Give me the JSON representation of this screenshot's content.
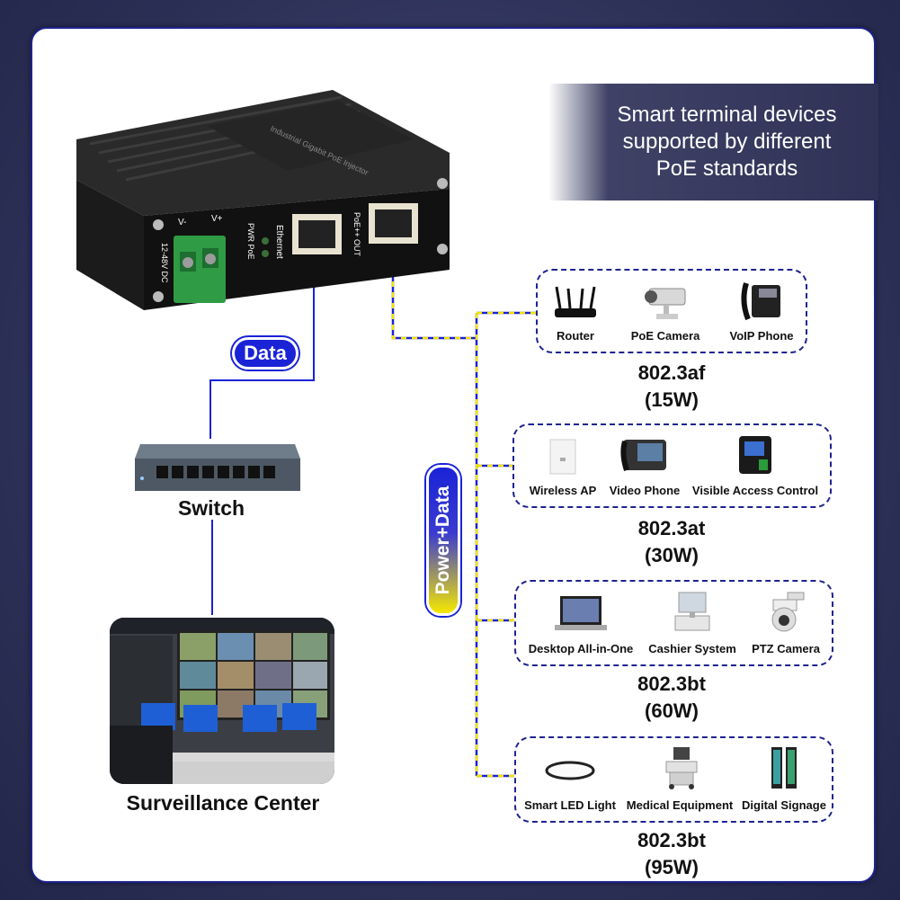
{
  "banner": {
    "line1": "Smart terminal devices",
    "line2": "supported by different",
    "line3": "PoE standards"
  },
  "device": {
    "label_vminus": "V-",
    "label_vplus": "V+",
    "label_dc": "12-48V DC",
    "label_pwr": "PWR PoE",
    "label_ethernet": "Ethernet",
    "label_poe_out": "PoE++ OUT",
    "label_top": "Industrial Gigabit PoE Injector"
  },
  "pills": {
    "data": "Data",
    "power_data": "Power+Data"
  },
  "switch_label": "Switch",
  "center_label": "Surveillance Center",
  "groups": [
    {
      "items": [
        "Router",
        "PoE Camera",
        "VoIP Phone"
      ],
      "std": "802.3af",
      "watts": "(15W)"
    },
    {
      "items": [
        "Wireless AP",
        "Video Phone",
        "Visible Access Control"
      ],
      "std": "802.3at",
      "watts": "(30W)"
    },
    {
      "items": [
        "Desktop All-in-One",
        "Cashier System",
        "PTZ Camera"
      ],
      "std": "802.3bt",
      "watts": "(60W)"
    },
    {
      "items": [
        "Smart LED Light",
        "Medical Equipment",
        "Digital Signage"
      ],
      "std": "802.3bt",
      "watts": "(95W)"
    }
  ],
  "colors": {
    "border": "#1d2390",
    "data_line": "#1a23d6",
    "power_line": "#f2e200",
    "pill_blue": "#1a23d6"
  }
}
